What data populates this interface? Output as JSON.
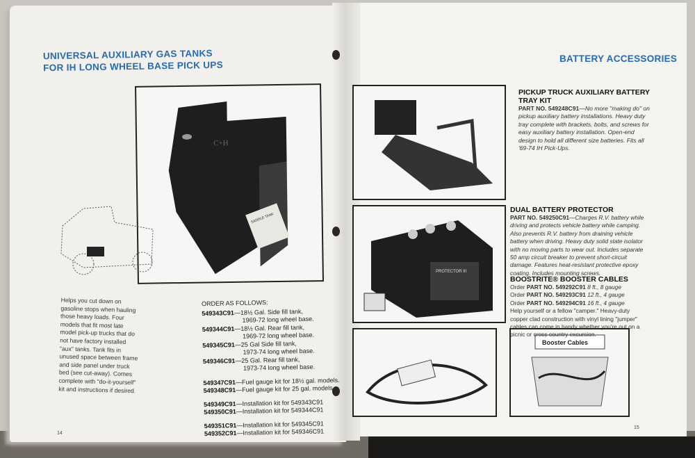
{
  "left_page": {
    "title_lines": [
      "UNIVERSAL AUXILIARY GAS TANKS",
      "FOR IH LONG WHEEL BASE PICK UPS"
    ],
    "description": "Helps you cut down on gasoline stops when hauling those heavy loads. Four models that fit most late model pick-up trucks that do not have factory installed \"aux\" tanks. Tank fits in unused space between frame and side panel under truck bed (see cut-away). Comes complete with \"do-it-yourself\" kit and instructions if desired.",
    "tank_label": "SADDLE TANK",
    "order_heading": "ORDER AS FOLLOWS:",
    "order_items": [
      {
        "part": "549343C91",
        "desc": "—18½ Gal. Side fill tank,",
        "desc2": "1969-72 long wheel base."
      },
      {
        "part": "549344C91",
        "desc": "—18½ Gal. Rear fill tank,",
        "desc2": "1969-72 long wheel base."
      },
      {
        "part": "549345C91",
        "desc": "—25 Gal Side fill tank,",
        "desc2": "1973-74 long wheel base."
      },
      {
        "part": "549346C91",
        "desc": "—25 Gal. Rear fill tank,",
        "desc2": "1973-74 long wheel base."
      },
      {
        "part": "549347C91",
        "desc": "—Fuel gauge kit for 18½ gal. models.",
        "desc2": ""
      },
      {
        "part": "549348C91",
        "desc": "—Fuel gauge kit for 25 gal. models.",
        "desc2": ""
      },
      {
        "part": "549349C91",
        "desc": "—Installation kit for 549343C91",
        "desc2": ""
      },
      {
        "part": "549350C91",
        "desc": "—Installation kit for 549344C91",
        "desc2": ""
      },
      {
        "part": "549351C91",
        "desc": "—Installation kit for 549345C91",
        "desc2": ""
      },
      {
        "part": "549352C91",
        "desc": "—Installation kit for 549346C91",
        "desc2": ""
      }
    ],
    "page_number": "14"
  },
  "right_page": {
    "title": "BATTERY ACCESSORIES",
    "products": [
      {
        "heading": "PICKUP TRUCK AUXILIARY BATTERY TRAY KIT",
        "part": "PART NO. 549248C91",
        "text": "—No more \"making do\" on pickup auxiliary battery installations. Heavy duty tray complete with brackets, bolts, and screws for easy auxiliary battery installation. Open-end design to hold all different size batteries. Fits all '69-74 IH Pick-Ups."
      },
      {
        "heading": "DUAL BATTERY PROTECTOR",
        "part": "PART NO. 549250C91",
        "text": "—Charges R.V. battery while driving and protects vehicle battery while camping. Also prevents R.V. battery from draining vehicle battery when driving. Heavy duty solid state isolator with no moving parts to wear out. Includes separate 50 amp circuit breaker to prevent short-circuit damage. Features heat-resistant protective epoxy coating. Includes mounting screws."
      },
      {
        "heading": "BOOSTRITE® BOOSTER CABLES",
        "orders": [
          {
            "prefix": "Order ",
            "part": "PART NO. 549292C91",
            "spec": " 8 ft., 8 gauge"
          },
          {
            "prefix": "Order ",
            "part": "PART NO. 549293C91",
            "spec": " 12 ft., 4 gauge"
          },
          {
            "prefix": "Order ",
            "part": "PART NO. 549294C91",
            "spec": " 16 ft., 4 gauge"
          }
        ],
        "text": "Help yourself or a fellow \"camper.\" Heavy-duty copper clad construction with vinyl lining \"jumper\" cables can come in handy whether you're out on a picnic or cross country excursion."
      }
    ],
    "protector_label": "PROTECTOR III",
    "box_label": "Booster Cables",
    "page_number": "15"
  }
}
